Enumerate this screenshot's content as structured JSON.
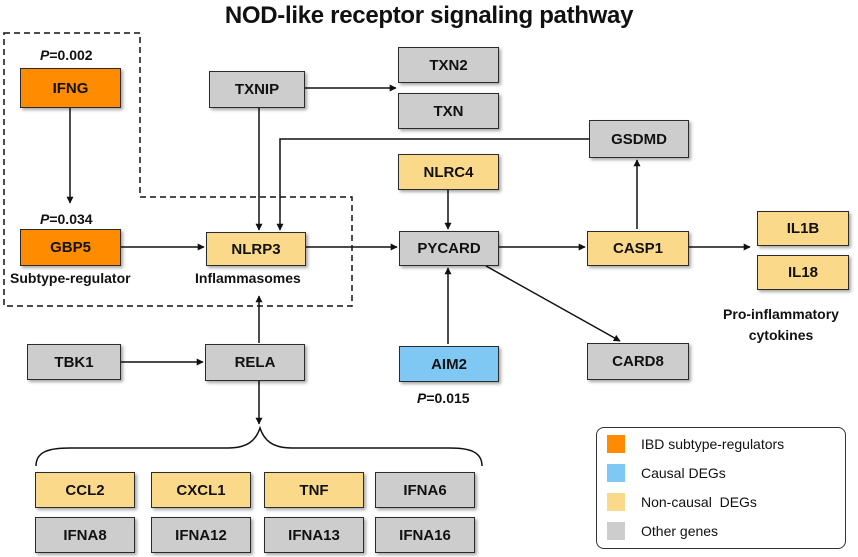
{
  "title": "NOD-like receptor signaling pathway",
  "colors": {
    "subtype_regulator": "#ff8c00",
    "causal_deg": "#7ec8f3",
    "non_causal_deg": "#fbd98a",
    "other_gene": "#cdcdcd"
  },
  "nodes": {
    "ifng": "IFNG",
    "gbp5": "GBP5",
    "txnip": "TXNIP",
    "txn2": "TXN2",
    "txn": "TXN",
    "nlrp3": "NLRP3",
    "nlrc4": "NLRC4",
    "gsdmd": "GSDMD",
    "pycard": "PYCARD",
    "casp1": "CASP1",
    "il1b": "IL1B",
    "il18": "IL18",
    "tbk1": "TBK1",
    "rela": "RELA",
    "aim2": "AIM2",
    "card8": "CARD8",
    "ccl2": "CCL2",
    "cxcl1": "CXCL1",
    "tnf": "TNF",
    "ifna6": "IFNA6",
    "ifna8": "IFNA8",
    "ifna12": "IFNA12",
    "ifna13": "IFNA13",
    "ifna16": "IFNA16"
  },
  "pvalues": {
    "ifng": {
      "prefix": "P",
      "value": "=0.002"
    },
    "gbp5": {
      "prefix": "P",
      "value": "=0.034"
    },
    "aim2": {
      "prefix": "P",
      "value": "=0.015"
    }
  },
  "labels": {
    "subtype_regulator": "Subtype-regulator",
    "inflammasomes": "Inflammasomes",
    "pro_inflammatory_line1": "Pro-inflammatory",
    "pro_inflammatory_line2": "cytokines"
  },
  "legend": {
    "items": [
      {
        "label": "IBD subtype-regulators"
      },
      {
        "label": "Causal DEGs"
      },
      {
        "label": "Non-causal  DEGs"
      },
      {
        "label": "Other genes"
      }
    ]
  }
}
